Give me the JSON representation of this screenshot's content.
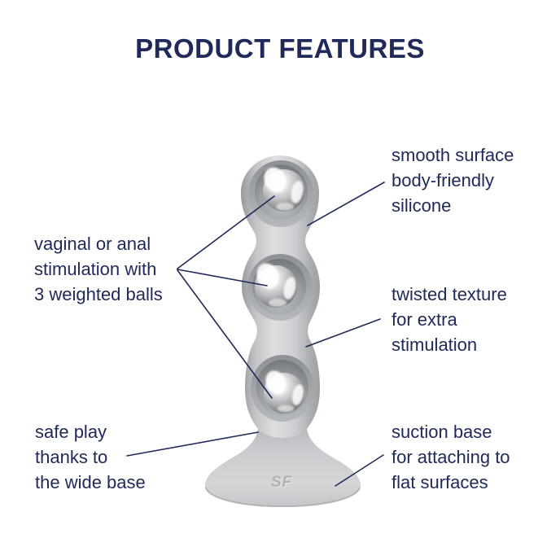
{
  "title": "PRODUCT FEATURES",
  "colors": {
    "navy": "#202a5a",
    "background": "#ffffff",
    "silicone-light": "#dddfe1",
    "silicone-mid": "#b9bcbf",
    "silicone-dark": "#96999d",
    "chrome-dark": "#55585b"
  },
  "product": {
    "brand_logo": "SF"
  },
  "callouts": {
    "smooth_surface": {
      "text": "smooth surface\nbody-friendly\nsilicone"
    },
    "weighted_balls": {
      "text": "vaginal or anal\nstimulation with\n3 weighted balls"
    },
    "twisted_texture": {
      "text": "twisted texture\nfor extra\nstimulation"
    },
    "safe_play": {
      "text": "safe play\nthanks to\nthe wide base"
    },
    "suction_base": {
      "text": "suction base\nfor attaching to\nflat surfaces"
    }
  }
}
